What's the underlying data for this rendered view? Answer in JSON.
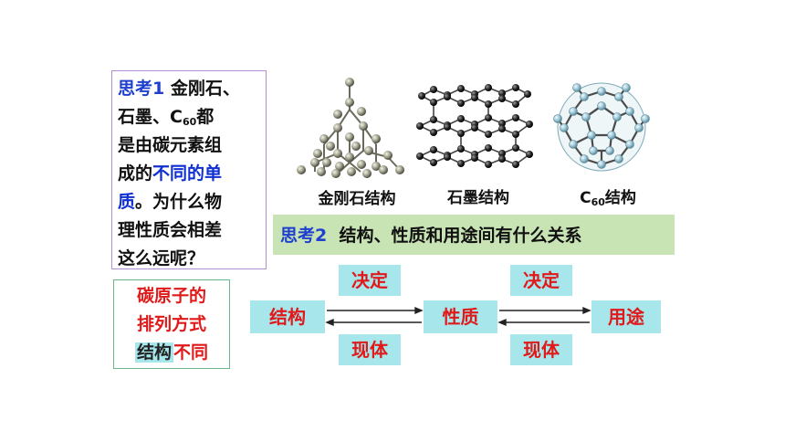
{
  "think1": {
    "label": "思考1",
    "line1": "金刚石、",
    "line2a": "石墨、C",
    "sub60": "60",
    "line2b": "都",
    "line3": "是由碳元素组",
    "line4a": "成的",
    "line4b": "不同的单",
    "line5a": "质",
    "line5b": "。为什么物",
    "line6": "理性质会相差",
    "line7": "这么远呢？"
  },
  "molecules": {
    "diamond": "金刚石结构",
    "graphite": "石墨结构",
    "c60_prefix": "C",
    "c60_sub": "60",
    "c60_suffix": "结构"
  },
  "think2": {
    "label": "思考2",
    "text": "结构、性质和用途间有什么关系"
  },
  "carbon_box": {
    "line1": "碳原子的",
    "line2": "排列方式",
    "hl": "结构",
    "line3b": "不同"
  },
  "flow": {
    "structure": "结构",
    "property": "性质",
    "use": "用途",
    "decide1": "决定",
    "decide2": "决定",
    "reflect1": "现体",
    "reflect2": "现体"
  }
}
